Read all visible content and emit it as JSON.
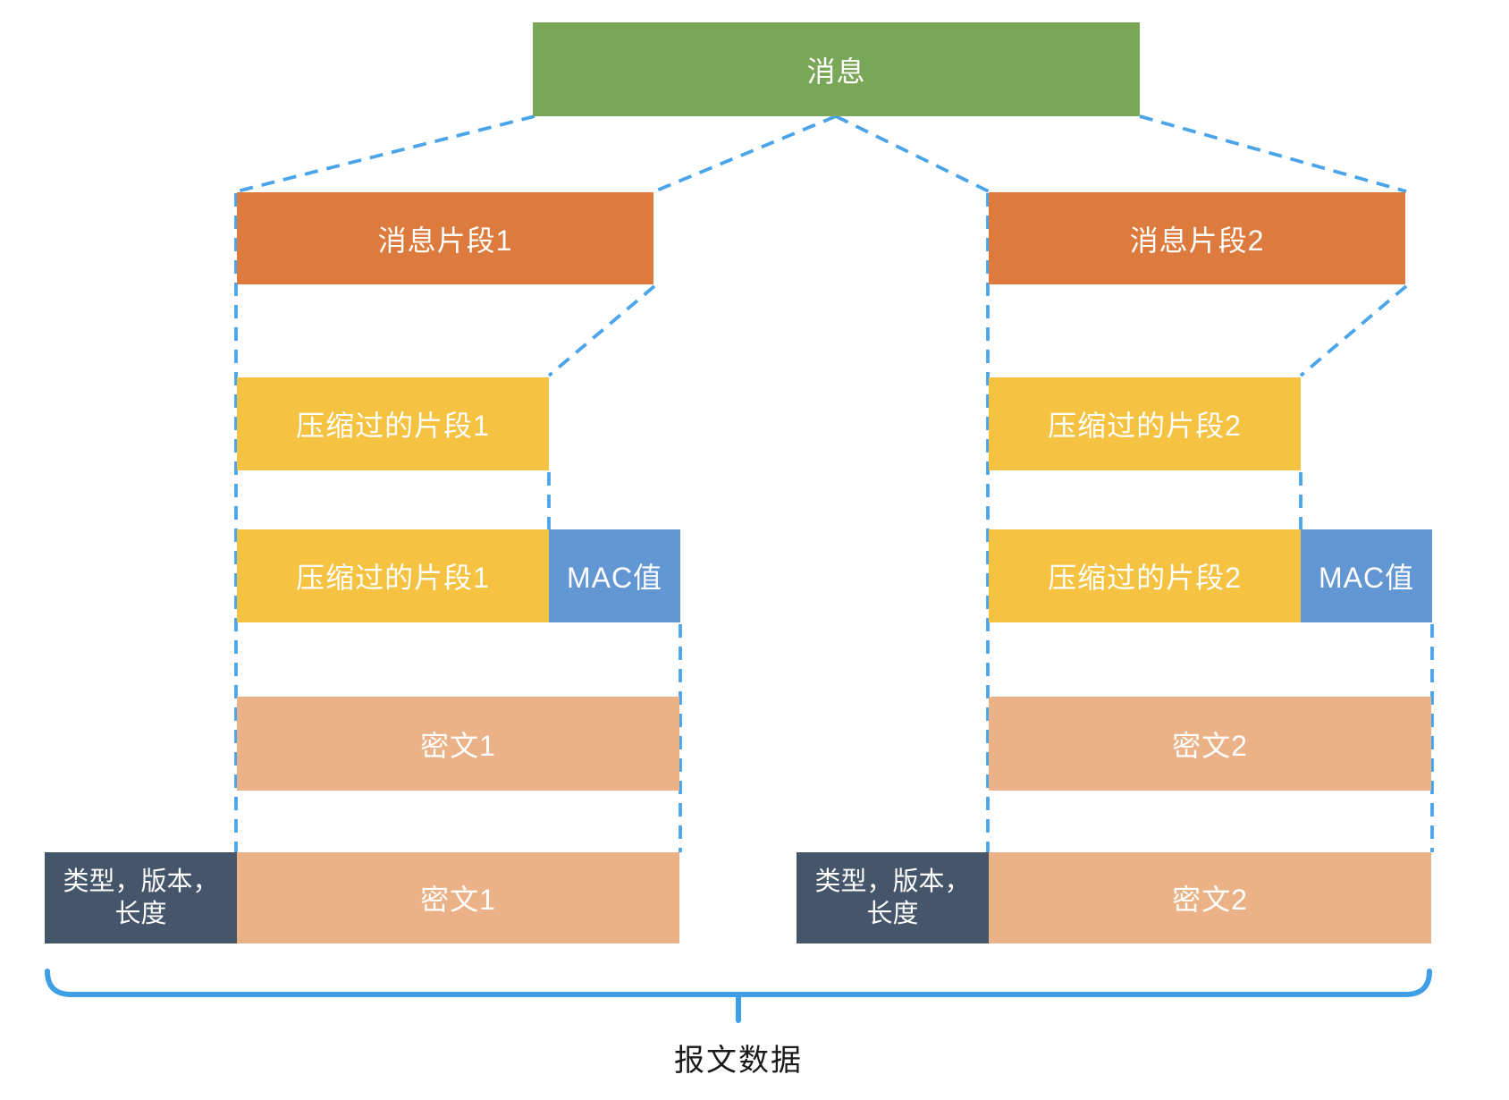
{
  "diagram": {
    "message_label": "消息",
    "columns": [
      {
        "message_fragment_label": "消息片段1",
        "compressed_fragment_label": "压缩过的片段1",
        "compressed_fragment_mac_label": "压缩过的片段1",
        "mac_label": "MAC值",
        "ciphertext_label": "密文1",
        "record_header_line1": "类型，版本，",
        "record_header_line2": "长度",
        "record_ciphertext_label": "密文1"
      },
      {
        "message_fragment_label": "消息片段2",
        "compressed_fragment_label": "压缩过的片段2",
        "compressed_fragment_mac_label": "压缩过的片段2",
        "mac_label": "MAC值",
        "ciphertext_label": "密文2",
        "record_header_line1": "类型，版本，",
        "record_header_line2": "长度",
        "record_ciphertext_label": "密文2"
      }
    ],
    "bottom_brace_label": "报文数据"
  },
  "colors": {
    "green": "#7aa757",
    "orange": "#dc7b3d",
    "yellow": "#f5c242",
    "mac-blue": "#6297d3",
    "peach": "#ebb287",
    "dark": "#45566b",
    "connector": "#4aa4ea",
    "brace": "#3e9fe6",
    "label": "#1a1a1a"
  }
}
